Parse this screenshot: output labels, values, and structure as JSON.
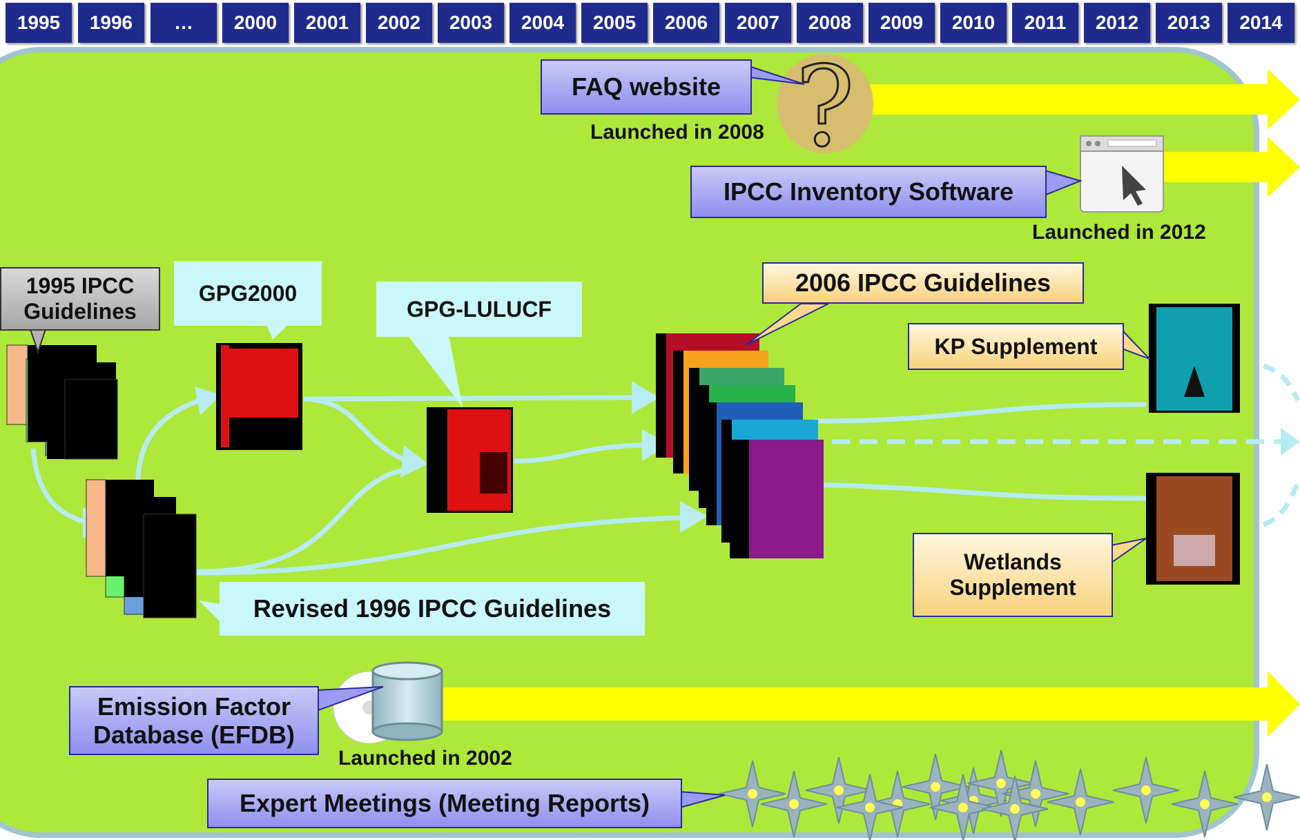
{
  "timeline": {
    "years": [
      "1995",
      "1996",
      "…",
      "2000",
      "2001",
      "2002",
      "2003",
      "2004",
      "2005",
      "2006",
      "2007",
      "2008",
      "2009",
      "2010",
      "2011",
      "2012",
      "2013",
      "2014"
    ]
  },
  "colors": {
    "background": "#aee83a",
    "year_box": "#1f2b8c",
    "arrow_yellow": "#ffff00",
    "flow_arrow": "#b7ecf3",
    "label_blue": "#9b9bf3",
    "label_cyan": "#c9f7fa",
    "label_gold": "#f9d98a"
  },
  "labels": {
    "faq": "FAQ  website",
    "faq_launched": "Launched in 2008",
    "software": "IPCC Inventory Software",
    "software_launched": "Launched in 2012",
    "ipcc1995": "1995 IPCC Guidelines",
    "gpg2000": "GPG2000",
    "gpg_lulucf": "GPG-LULUCF",
    "ipcc2006": "2006 IPCC Guidelines",
    "kp_supplement": "KP Supplement",
    "wetlands": "Wetlands Supplement",
    "revised1996": "Revised 1996 IPCC Guidelines",
    "efdb": "Emission Factor Database (EFDB)",
    "efdb_launched": "Launched in 2002",
    "expert_meetings": "Expert Meetings (Meeting Reports)"
  },
  "icons": {
    "faq": "question-mark-icon",
    "software": "browser-cursor-icon",
    "efdb": "database-cylinder-icon",
    "meetings": "four-point-star-icon"
  }
}
